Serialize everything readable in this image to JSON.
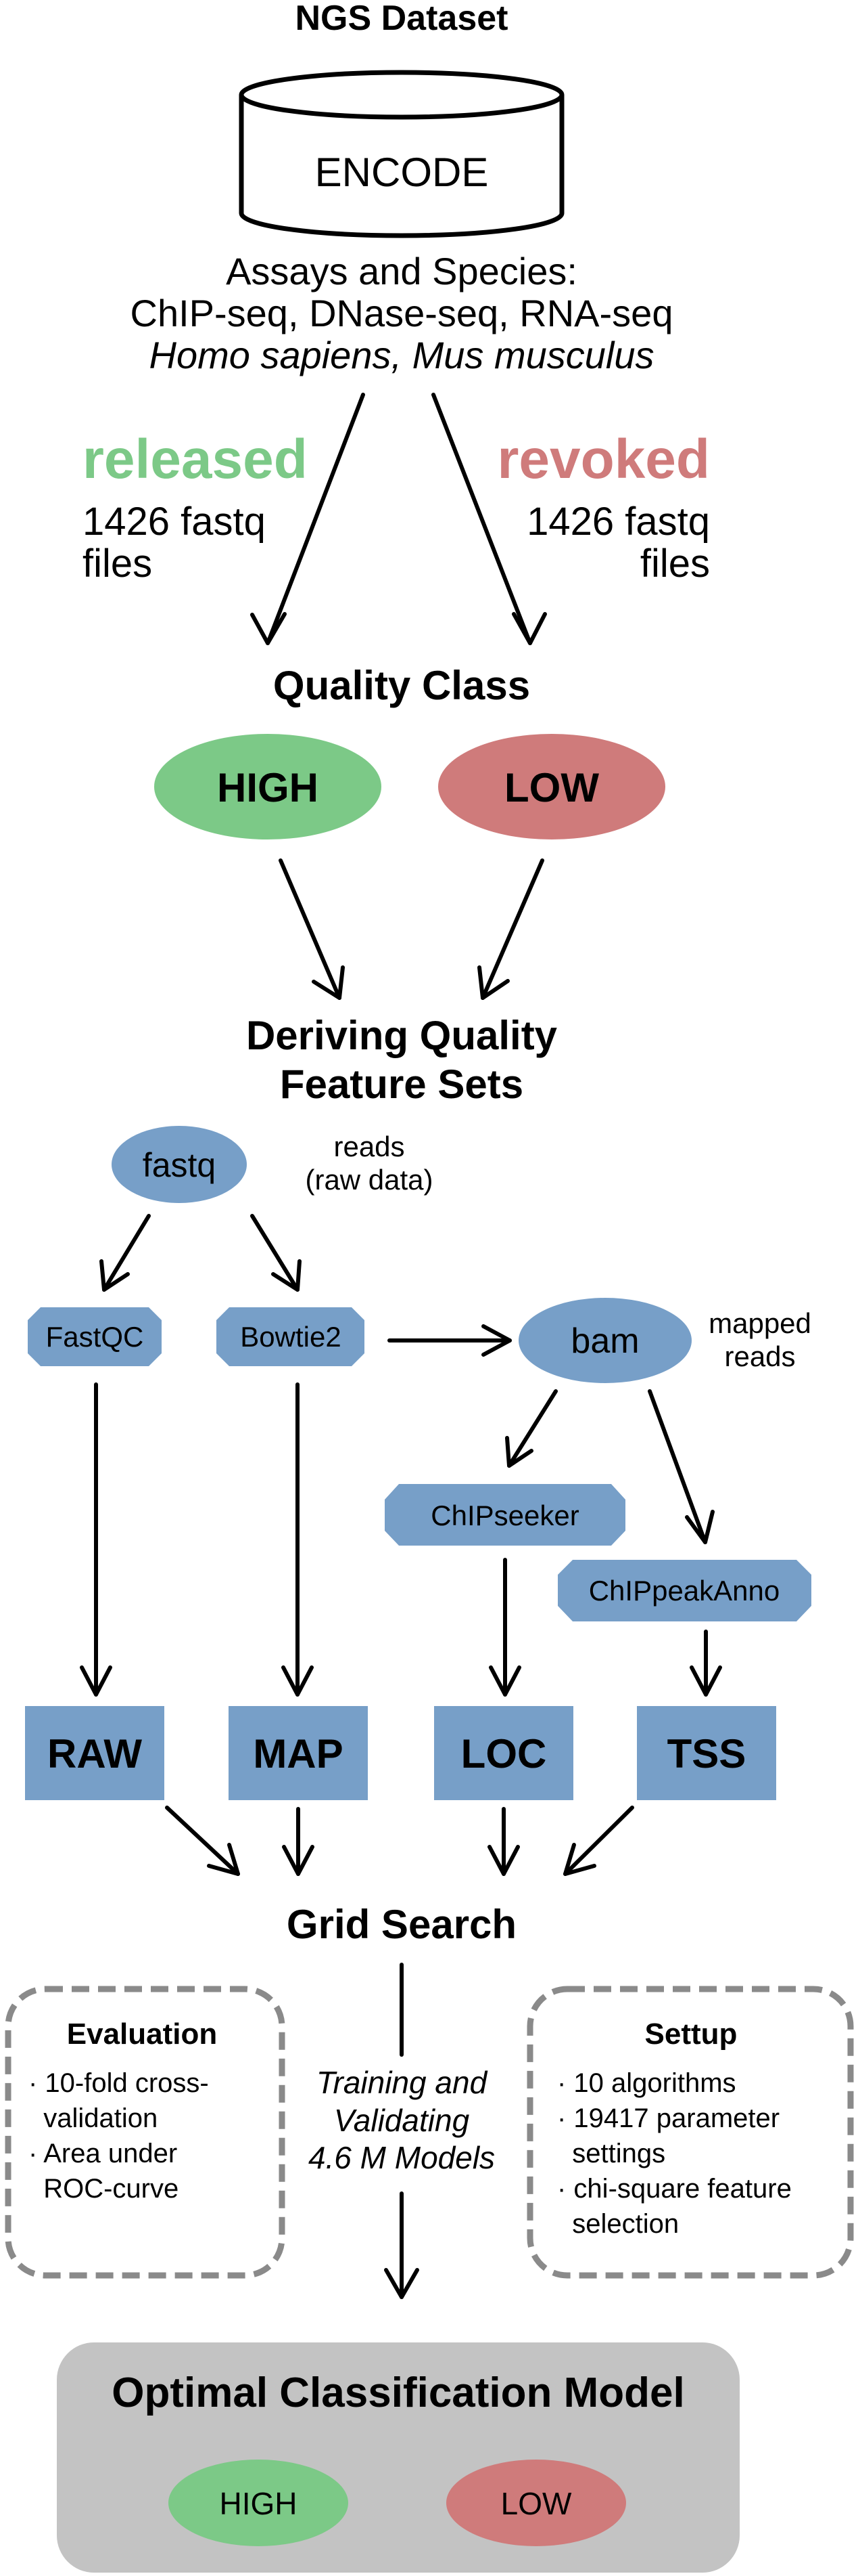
{
  "dataset": {
    "title": "NGS Dataset",
    "database": "ENCODE",
    "assays_heading": "Assays and Species:",
    "assays": "ChIP-seq, DNase-seq, RNA-seq",
    "species": "Homo sapiens, Mus musculus"
  },
  "branches": {
    "released": {
      "label": "released",
      "count_line1": "1426 fastq",
      "count_line2": "files",
      "color": "#7cc987"
    },
    "revoked": {
      "label": "revoked",
      "count_line1": "1426 fastq",
      "count_line2": "files",
      "color": "#cf7b7b"
    }
  },
  "quality_class": {
    "title": "Quality Class",
    "high": "HIGH",
    "low": "LOW"
  },
  "deriving": {
    "title_line1": "Deriving Quality",
    "title_line2": "Feature Sets"
  },
  "pipeline": {
    "fastq": "fastq",
    "fastq_note_line1": "reads",
    "fastq_note_line2": "(raw data)",
    "fastqc": "FastQC",
    "bowtie2": "Bowtie2",
    "bam": "bam",
    "bam_note_line1": "mapped",
    "bam_note_line2": "reads",
    "chipseeker": "ChIPseeker",
    "chippeakanno": "ChIPpeakAnno",
    "node_color": "#779fc8"
  },
  "feature_sets": [
    "RAW",
    "MAP",
    "LOC",
    "TSS"
  ],
  "grid_search": {
    "title": "Grid Search",
    "center_line1": "Training and",
    "center_line2": "Validating",
    "center_line3": "4.6 M Models"
  },
  "evaluation": {
    "title": "Evaluation",
    "lines": [
      "· 10-fold cross-",
      "  validation",
      "· Area under",
      "  ROC-curve"
    ]
  },
  "settup": {
    "title": "Settup",
    "lines": [
      "· 10 algorithms",
      "· 19417 parameter",
      "  settings",
      "· chi-square feature",
      "  selection"
    ]
  },
  "optimal": {
    "title": "Optimal Classification Model",
    "high": "HIGH",
    "low": "LOW",
    "panel_color": "#c3c3c3"
  }
}
